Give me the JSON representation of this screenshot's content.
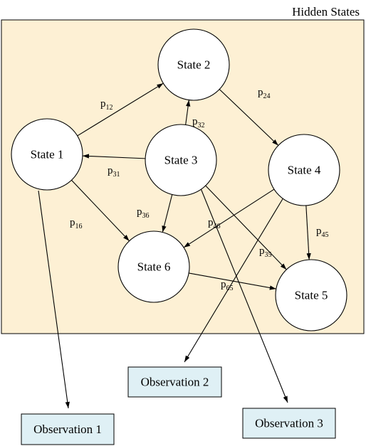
{
  "region": {
    "title": "Hidden States",
    "fill": "#fdf0d4"
  },
  "states": [
    {
      "id": "s1",
      "label": "State 1"
    },
    {
      "id": "s2",
      "label": "State 2"
    },
    {
      "id": "s3",
      "label": "State 3"
    },
    {
      "id": "s4",
      "label": "State 4"
    },
    {
      "id": "s5",
      "label": "State 5"
    },
    {
      "id": "s6",
      "label": "State 6"
    }
  ],
  "observations": [
    {
      "id": "o1",
      "label": "Observation 1"
    },
    {
      "id": "o2",
      "label": "Observation 2"
    },
    {
      "id": "o3",
      "label": "Observation 3"
    }
  ],
  "observation_fill": "#dff0f5",
  "edges": [
    {
      "id": "e12",
      "from": "s1",
      "to": "s2",
      "label_main": "p",
      "label_sub": "12"
    },
    {
      "id": "e24",
      "from": "s2",
      "to": "s4",
      "label_main": "p",
      "label_sub": "24"
    },
    {
      "id": "e32",
      "from": "s3",
      "to": "s2",
      "label_main": "p",
      "label_sub": "32"
    },
    {
      "id": "e31",
      "from": "s3",
      "to": "s1",
      "label_main": "p",
      "label_sub": "31"
    },
    {
      "id": "e16",
      "from": "s1",
      "to": "s6",
      "label_main": "p",
      "label_sub": "16"
    },
    {
      "id": "e36",
      "from": "s3",
      "to": "s6",
      "label_main": "p",
      "label_sub": "36"
    },
    {
      "id": "e46",
      "from": "s4",
      "to": "s6",
      "label_main": "p",
      "label_sub": "46"
    },
    {
      "id": "e35",
      "from": "s3",
      "to": "s5",
      "label_main": "p",
      "label_sub": "35"
    },
    {
      "id": "e45",
      "from": "s4",
      "to": "s5",
      "label_main": "p",
      "label_sub": "45"
    },
    {
      "id": "e65",
      "from": "s6",
      "to": "s5",
      "label_main": "p",
      "label_sub": "65"
    }
  ],
  "emissions": [
    {
      "id": "m1",
      "from": "s1",
      "to": "o1"
    },
    {
      "id": "m2",
      "from": "s4",
      "to": "o2"
    },
    {
      "id": "m3",
      "from": "s3",
      "to": "o3"
    }
  ]
}
